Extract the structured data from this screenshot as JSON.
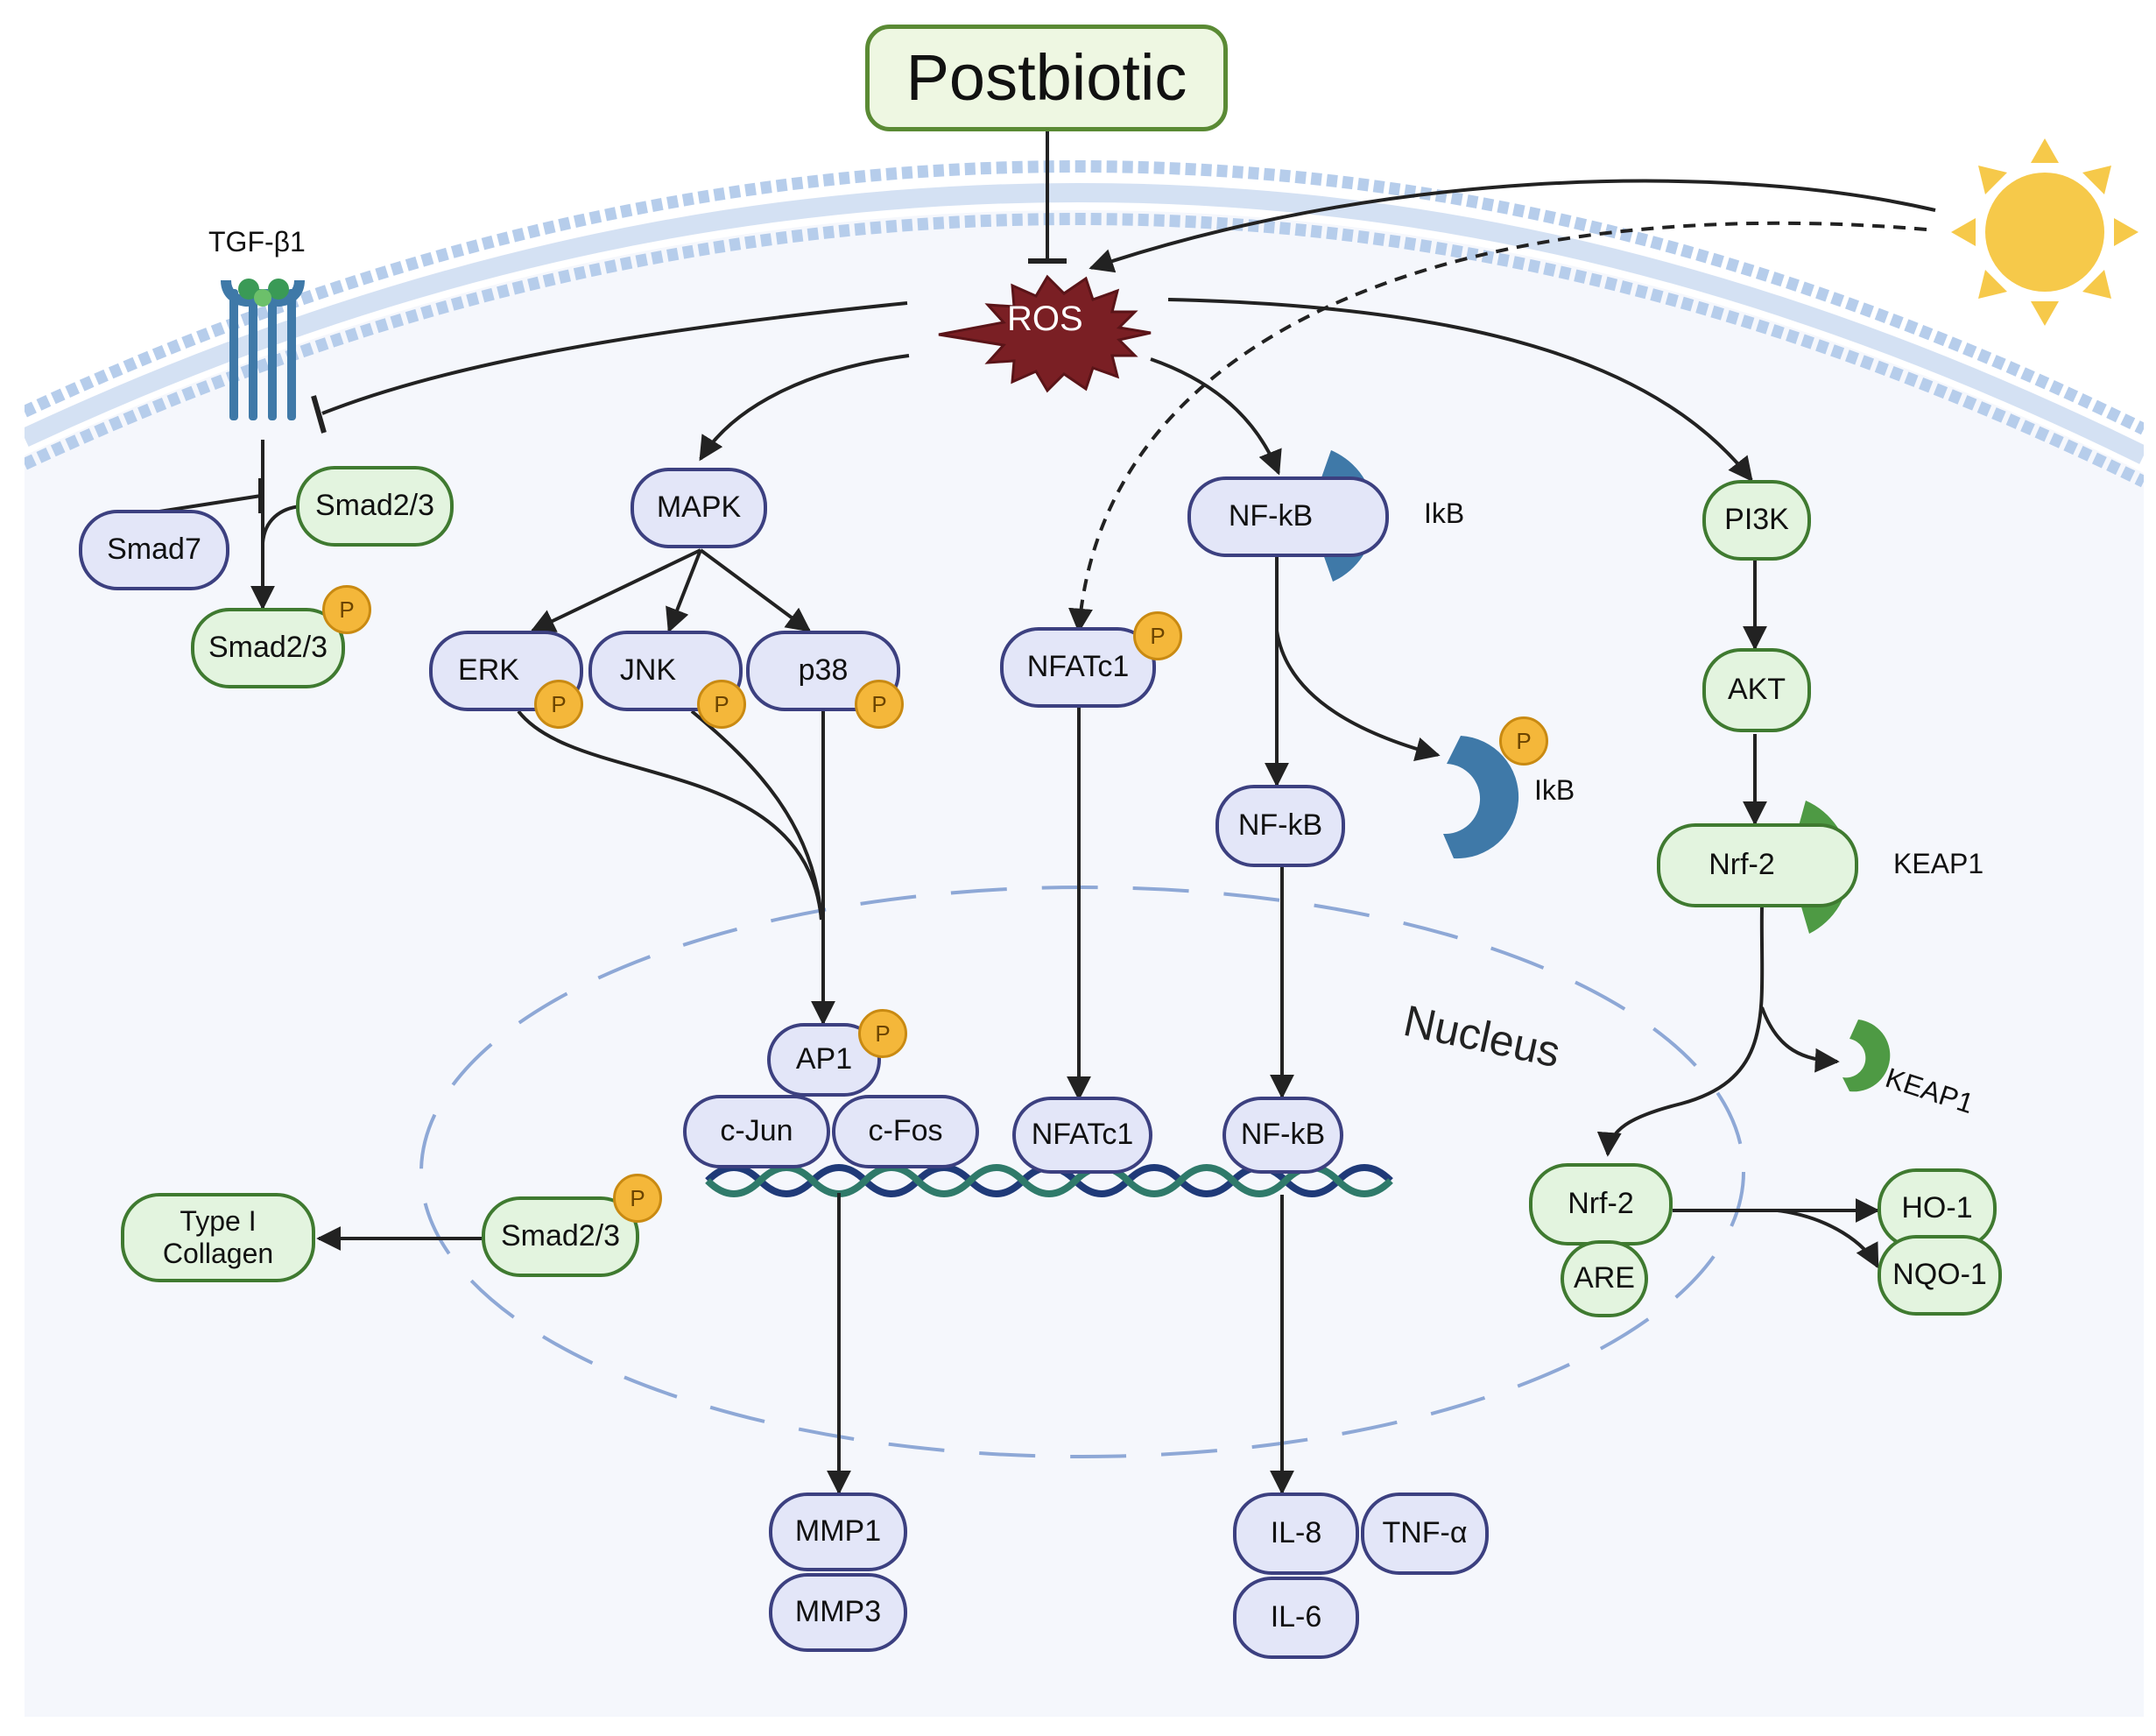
{
  "title": "Postbiotic",
  "center": "ROS",
  "nucleus_label": "Nucleus",
  "phospho_mark": "P",
  "receptor_label": "TGF-β1",
  "tgf_branch": {
    "smad7": "Smad7",
    "smad23": "Smad2/3",
    "smad23_p": "Smad2/3",
    "smad23_nuclear": "Smad2/3",
    "collagen_line1": "Type I",
    "collagen_line2": "Collagen"
  },
  "mapk_branch": {
    "mapk": "MAPK",
    "erk": "ERK",
    "jnk": "JNK",
    "p38": "p38",
    "ap1": "AP1",
    "cjun": "c-Jun",
    "cfos": "c-Fos",
    "mmp1": "MMP1",
    "mmp3": "MMP3"
  },
  "nfat_branch": {
    "nfatc1_cyto": "NFATc1",
    "nfatc1_nuclear": "NFATc1"
  },
  "nfkb_branch": {
    "nfkb_complex": "NF-kB",
    "ikb_bound": "IkB",
    "ikb_free": "IkB",
    "nfkb_free": "NF-kB",
    "nfkb_nuclear": "NF-kB",
    "il8": "IL-8",
    "tnfa": "TNF-α",
    "il6": "IL-6"
  },
  "nrf2_branch": {
    "pi3k": "PI3K",
    "akt": "AKT",
    "nrf2_complex": "Nrf-2",
    "keap1_bound": "KEAP1",
    "keap1_free": "KEAP1",
    "nrf2_nuclear": "Nrf-2",
    "are": "ARE",
    "ho1": "HO-1",
    "nqo1": "NQO-1"
  },
  "colors": {
    "cell_bg": "#f5f7fc",
    "membrane": "#b6cdeb",
    "blue_fill": "#e3e6f8",
    "blue_stroke": "#3c4080",
    "green_fill": "#e3f4df",
    "green_stroke": "#3f7a30",
    "ros_fill": "#7a1f24",
    "phospho": "#f4b73a",
    "sun": "#f6c94a",
    "ikb": "#3f79a8",
    "keap1": "#4e9a44"
  }
}
